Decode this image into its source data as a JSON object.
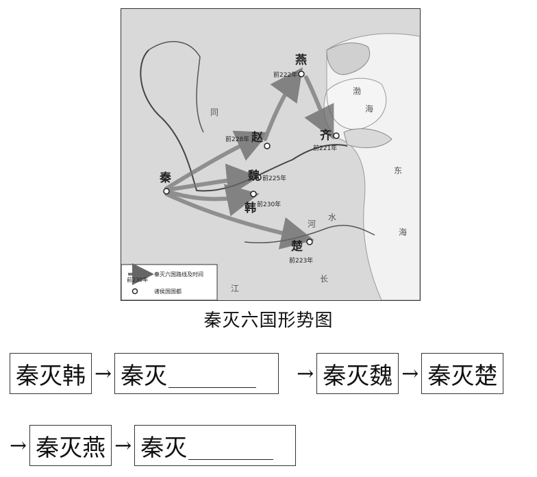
{
  "map": {
    "water_labels": [
      "渤",
      "海",
      "东",
      "海",
      "河",
      "水",
      "长",
      "江",
      "同"
    ],
    "states": [
      {
        "name": "秦",
        "date": ""
      },
      {
        "name": "韩",
        "date": "前230年"
      },
      {
        "name": "赵",
        "date": "前228年"
      },
      {
        "name": "魏",
        "date": "前225年"
      },
      {
        "name": "楚",
        "date": "前223年"
      },
      {
        "name": "燕",
        "date": "前222年"
      },
      {
        "name": "齐",
        "date": "前221年"
      }
    ],
    "legend": {
      "arrow_date": "前230年",
      "route_label": "秦灭六国路线及时间",
      "capital_label": "诸侯国国都"
    }
  },
  "caption": "秦灭六国形势图",
  "flow": {
    "steps": [
      "秦灭韩",
      "秦灭",
      "秦灭魏",
      "秦灭楚",
      "秦灭燕",
      "秦灭"
    ],
    "arrow": "→"
  }
}
